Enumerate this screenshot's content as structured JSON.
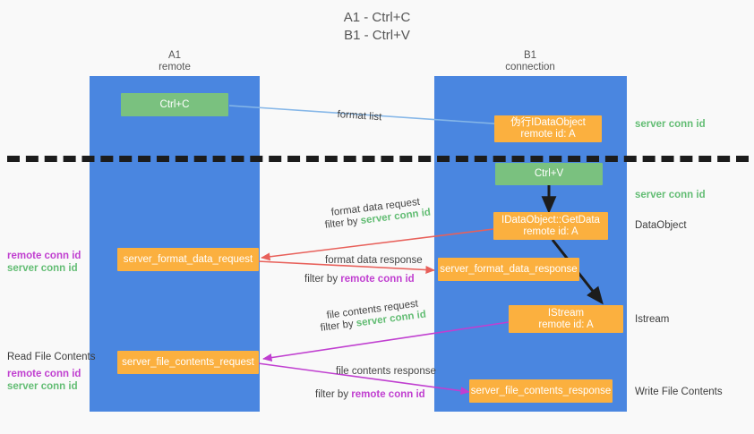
{
  "title": {
    "line1": "A1 - Ctrl+C",
    "line2": "B1 - Ctrl+V"
  },
  "colors": {
    "lane": "#4a86e0",
    "node_orange": "#fbb03f",
    "node_green": "#7ac17f",
    "server_conn_id": "#63bd74",
    "remote_conn_id": "#c03fd0",
    "arrow_blue": "#86b7e8",
    "arrow_red": "#e8605a",
    "arrow_magenta": "#c03fd0",
    "arrow_black": "#1c1c1c",
    "background": "#f9f9f9"
  },
  "lanes": [
    {
      "name": "A1",
      "sub": "remote"
    },
    {
      "name": "B1",
      "sub": "connection"
    }
  ],
  "nodes": {
    "ctrl_c": {
      "label": "Ctrl+C",
      "sub": ""
    },
    "proxy_idataobject": {
      "label": "伪行IDataObject",
      "sub": "remote id: A"
    },
    "ctrl_v": {
      "label": "Ctrl+V",
      "sub": ""
    },
    "idataobject_getdata": {
      "label": "IDataObject::GetData",
      "sub": "remote id: A"
    },
    "format_data_request": {
      "label": "server_format_data_request",
      "sub": ""
    },
    "format_data_response": {
      "label": "server_format_data_response",
      "sub": ""
    },
    "istream": {
      "label": "IStream",
      "sub": "remote id: A"
    },
    "file_contents_request": {
      "label": "server_file_contents_request",
      "sub": ""
    },
    "file_contents_response": {
      "label": "server_file_contents_response",
      "sub": ""
    }
  },
  "right_labels": {
    "server_conn_id_top": "server conn id",
    "server_conn_id_mid": "server conn id",
    "dataobject": "DataObject",
    "istream": "Istream",
    "write_file_contents": "Write File Contents"
  },
  "left_labels": {
    "remote_conn_id_1": "remote conn id",
    "server_conn_id_1": "server conn id",
    "read_file_contents": "Read File Contents",
    "remote_conn_id_2": "remote conn id",
    "server_conn_id_2": "server conn id"
  },
  "edge_labels": {
    "format_list": "format list",
    "format_data_request": "format data request",
    "format_data_request_filter_prefix": "filter by ",
    "format_data_request_filter_token": "server conn id",
    "format_data_response": "format data response",
    "format_data_response_filter_prefix": "filter by ",
    "format_data_response_filter_token": "remote conn id",
    "file_contents_request": "file contents request",
    "file_contents_request_filter_prefix": "filter by ",
    "file_contents_request_filter_token": "server conn id",
    "file_contents_response": "file contents response",
    "file_contents_response_filter_prefix": "filter by ",
    "file_contents_response_filter_token": "remote conn id"
  }
}
